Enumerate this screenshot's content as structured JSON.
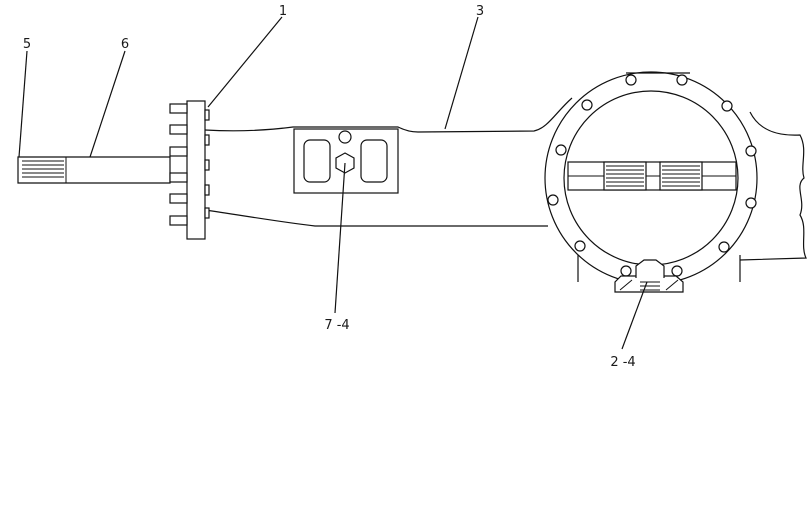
{
  "callouts": {
    "c1": "1",
    "c3": "3",
    "c5": "5",
    "c6": "6",
    "c7": "7 -4",
    "c2": "2 -4"
  },
  "colors": {
    "line": "#111111",
    "background": "#ffffff"
  }
}
